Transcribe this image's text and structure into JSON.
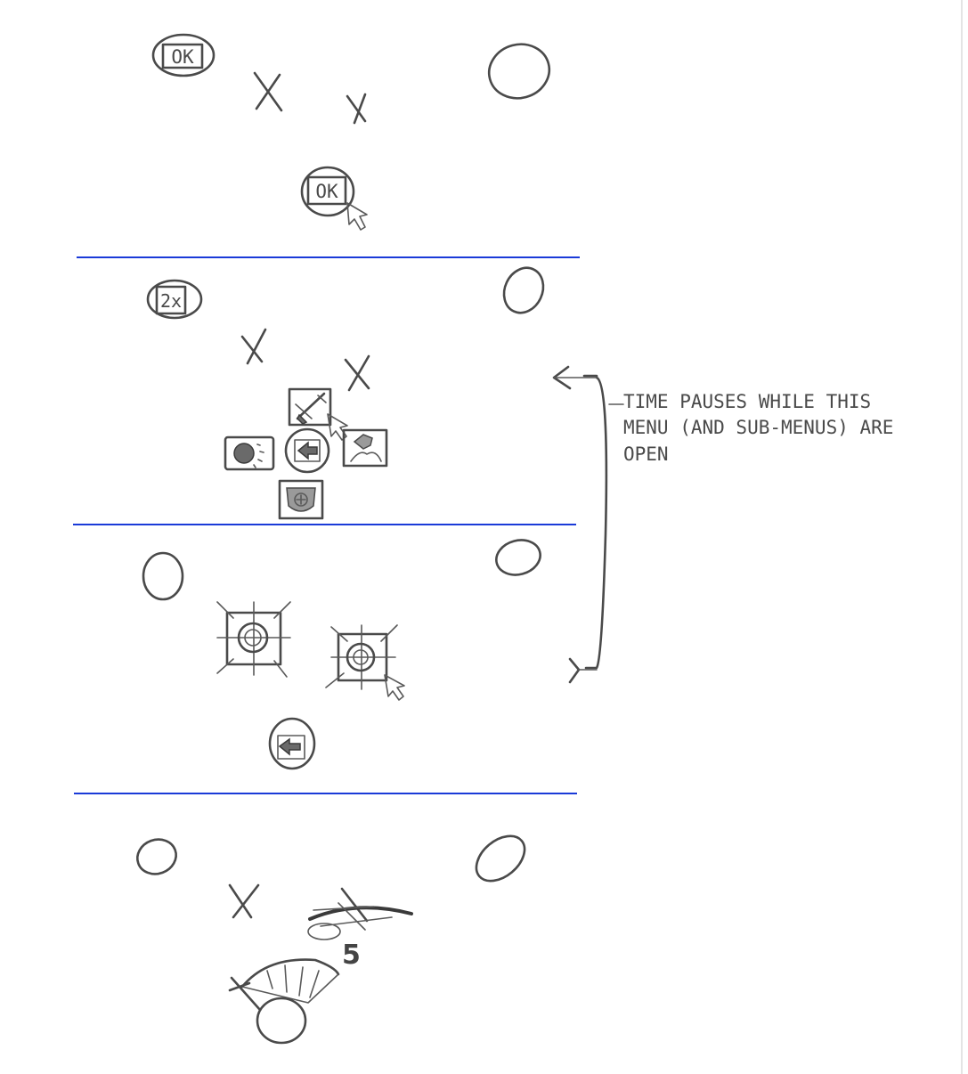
{
  "panel1": {
    "ok_corner_label": "OK",
    "ok_center_label": "OK"
  },
  "panel2": {
    "speed_label": "2x"
  },
  "annotation": {
    "lines": [
      "TIME PAUSES  WHILE THIS",
      "MENU (AND SUB-MENUS) ARE",
      "OPEN"
    ]
  },
  "panel4": {
    "counter_label": "5"
  },
  "colors": {
    "ink": "#4a4a4a",
    "divider": "#1a3ad8",
    "paper": "#ffffff"
  }
}
